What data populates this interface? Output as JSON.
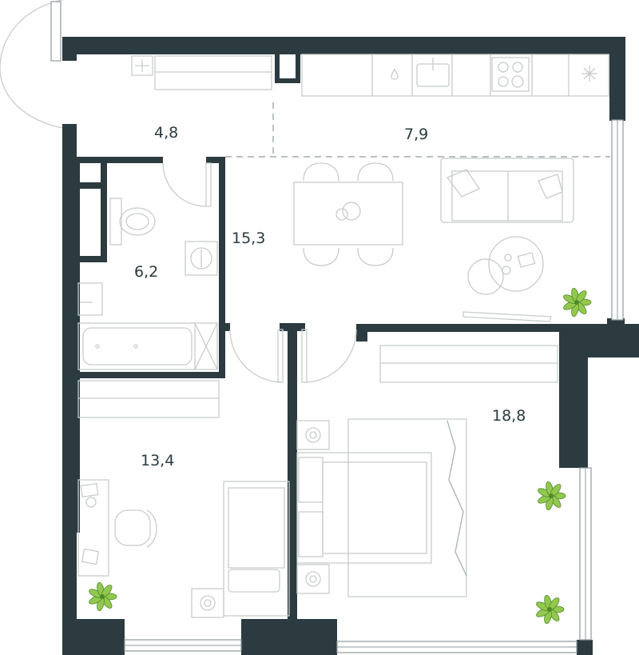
{
  "plan": {
    "colors": {
      "wall": "#2b3b40",
      "furniture": "#c8cccd",
      "plant": "#93c84e",
      "label": "#2a3b40"
    },
    "rooms": [
      {
        "id": "hallway",
        "area": "4,8"
      },
      {
        "id": "kitchen",
        "area": "7,9"
      },
      {
        "id": "bathroom",
        "area": "6,2"
      },
      {
        "id": "living",
        "area": "15,3"
      },
      {
        "id": "bedroom-small",
        "area": "13,4"
      },
      {
        "id": "bedroom-master",
        "area": "18,8"
      }
    ],
    "icons": [
      "toilet-icon",
      "bathtub-icon",
      "sink-icon",
      "stove-icon",
      "kitchen-sink-icon",
      "dining-table-icon",
      "sofa-icon",
      "coffee-table-icon",
      "bed-icon",
      "desk-icon",
      "chair-icon",
      "plant-icon",
      "wardrobe-icon",
      "balcony-door-icon",
      "washing-machine-icon"
    ]
  }
}
